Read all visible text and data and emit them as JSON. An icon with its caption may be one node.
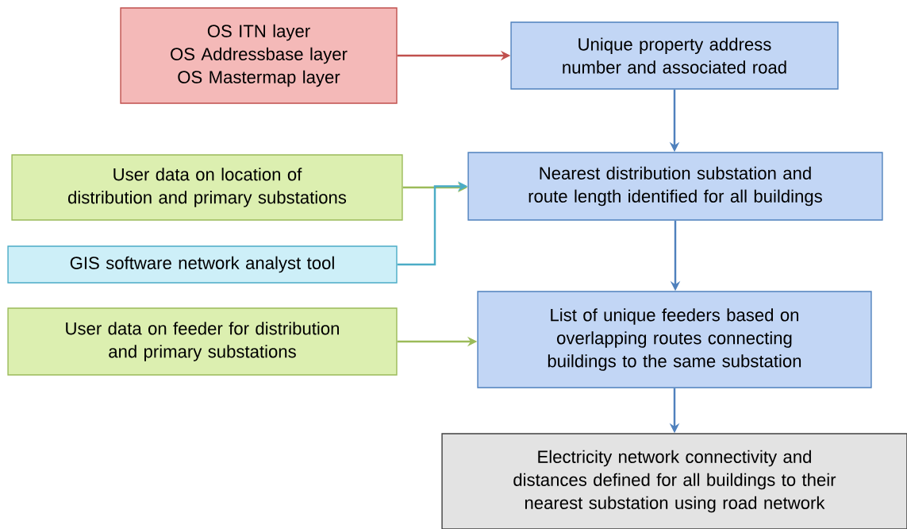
{
  "diagram": {
    "nodes": [
      {
        "text": [
          "OS ITN layer",
          "OS Addressbase layer",
          "OS Mastermap layer"
        ]
      },
      {
        "text": [
          "Unique property address number and associated road"
        ]
      },
      {
        "text": [
          "User data on location of distribution and primary substations"
        ]
      },
      {
        "text": [
          "Nearest distribution substation and route length identified for all buildings"
        ]
      },
      {
        "text": [
          "GIS software network analyst tool"
        ]
      },
      {
        "text": [
          "User data on feeder for distribution and primary substations"
        ]
      },
      {
        "text": [
          "List of unique feeders based on overlapping routes connecting buildings to the same substation"
        ]
      },
      {
        "text": [
          "Electricity network connectivity and distances defined for all buildings to their nearest substation using road network"
        ]
      }
    ],
    "edges": [
      {
        "from": 0,
        "to": 1,
        "arrow": "to",
        "color": "#c0504d"
      },
      {
        "from": 1,
        "to": 3,
        "arrow": "to"
      },
      {
        "from": 2,
        "to": 3,
        "arrow": "to",
        "color": "#9bbb59"
      },
      {
        "from": 4,
        "to": 3,
        "arrow": "to",
        "color": "#4bacc6"
      },
      {
        "from": 3,
        "to": 6,
        "arrow": "to"
      },
      {
        "from": 5,
        "to": 6,
        "arrow": "to",
        "color": "#9bbb59"
      },
      {
        "from": 6,
        "to": 7,
        "arrow": "to"
      }
    ]
  }
}
